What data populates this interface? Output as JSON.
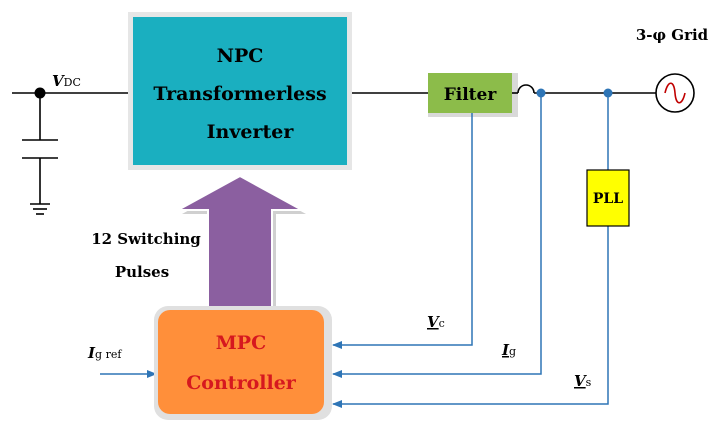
{
  "inverter": {
    "line1": "NPC",
    "line2": "Transformerless",
    "line3": "Inverter",
    "fill": "#1aafc0"
  },
  "filter": {
    "label": "Filter",
    "fill": "#8cbc4a"
  },
  "grid": {
    "label": "3-φ Grid"
  },
  "pll": {
    "label": "PLL",
    "fill": "#ffff00"
  },
  "mpc": {
    "line1": "MPC",
    "line2": "Controller",
    "fill": "#ff8f3a",
    "text_color": "#d6181f"
  },
  "dc": {
    "v": "V",
    "sub": "DC"
  },
  "pulses": {
    "line1": "12 Switching",
    "line2": "Pulses",
    "arrow_color": "#8b5fa0"
  },
  "signals": {
    "vc": {
      "v": "V",
      "sub": "c"
    },
    "ig": {
      "v": "I",
      "sub": "g"
    },
    "vs": {
      "v": "V",
      "sub": "s"
    },
    "igref": {
      "v": "I",
      "sub": "g ref"
    }
  },
  "colors": {
    "signal": "#2e75b6",
    "wire": "#000000"
  }
}
